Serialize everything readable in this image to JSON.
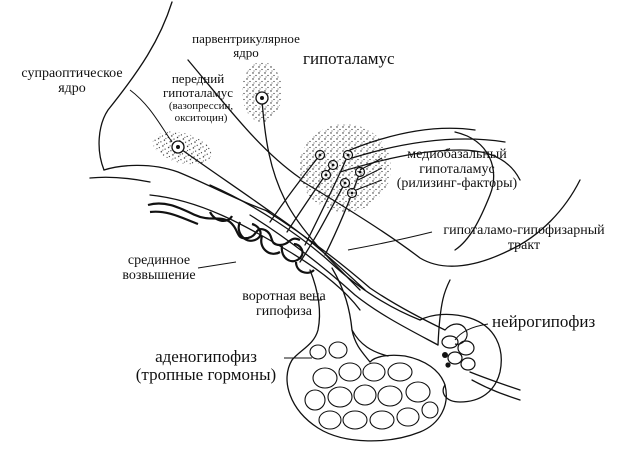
{
  "labels": {
    "supraoptic": [
      "супраоптическое",
      "ядро"
    ],
    "paraventricular": [
      "парвентрикулярное",
      "ядро"
    ],
    "anterior_hypothalamus": [
      "передний",
      "гипоталамус"
    ],
    "anterior_hormones": [
      "(вазопрессин,",
      "окситоцин)"
    ],
    "hypothalamus": "гипоталамус",
    "mediobasal": [
      "медиобазальный",
      "гипоталамус",
      "(рилизинг-факторы)"
    ],
    "median_eminence": [
      "срединное",
      "возвышение"
    ],
    "tract": [
      "гипоталамо-гипофизарный",
      "тракт"
    ],
    "portal_vein": [
      "воротная вена",
      "гипофиза"
    ],
    "neurohypophysis": "нейрогипофиз",
    "adenohypophysis": [
      "аденогипофиз",
      "(тропные гормоны)"
    ]
  },
  "colors": {
    "ink": "#111111",
    "dots": "#222222",
    "background": "#ffffff"
  }
}
